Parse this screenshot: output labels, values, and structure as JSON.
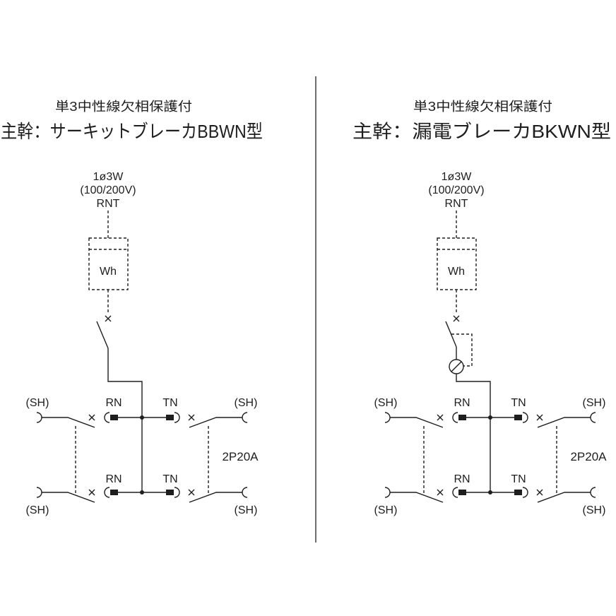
{
  "panels": {
    "left": {
      "subtitle": "単3中性線欠相保護付",
      "title": "主幹：サーキットブレーカBBWN型",
      "supply_system": "1ø3W",
      "supply_voltage": "(100/200V)",
      "supply_terminals": "RNT",
      "meter_label": "Wh",
      "branches": [
        {
          "left_terminal": "(SH)",
          "left_contact": "RN",
          "right_contact": "TN",
          "right_terminal": "(SH)"
        },
        {
          "left_terminal": "(SH)",
          "left_contact": "RN",
          "right_contact": "TN",
          "right_terminal": "(SH)"
        }
      ],
      "branch_breaker_rating": "2P20A"
    },
    "right": {
      "subtitle": "単3中性線欠相保護付",
      "title": "主幹：漏電ブレーカBKWN型",
      "supply_system": "1ø3W",
      "supply_voltage": "(100/200V)",
      "supply_terminals": "RNT",
      "meter_label": "Wh",
      "branches": [
        {
          "left_terminal": "(SH)",
          "left_contact": "RN",
          "right_contact": "TN",
          "right_terminal": "(SH)"
        },
        {
          "left_terminal": "(SH)",
          "left_contact": "RN",
          "right_contact": "TN",
          "right_terminal": "(SH)"
        }
      ],
      "branch_breaker_rating": "2P20A"
    }
  },
  "colors": {
    "line": "#1e1e1e",
    "background": "#ffffff"
  }
}
